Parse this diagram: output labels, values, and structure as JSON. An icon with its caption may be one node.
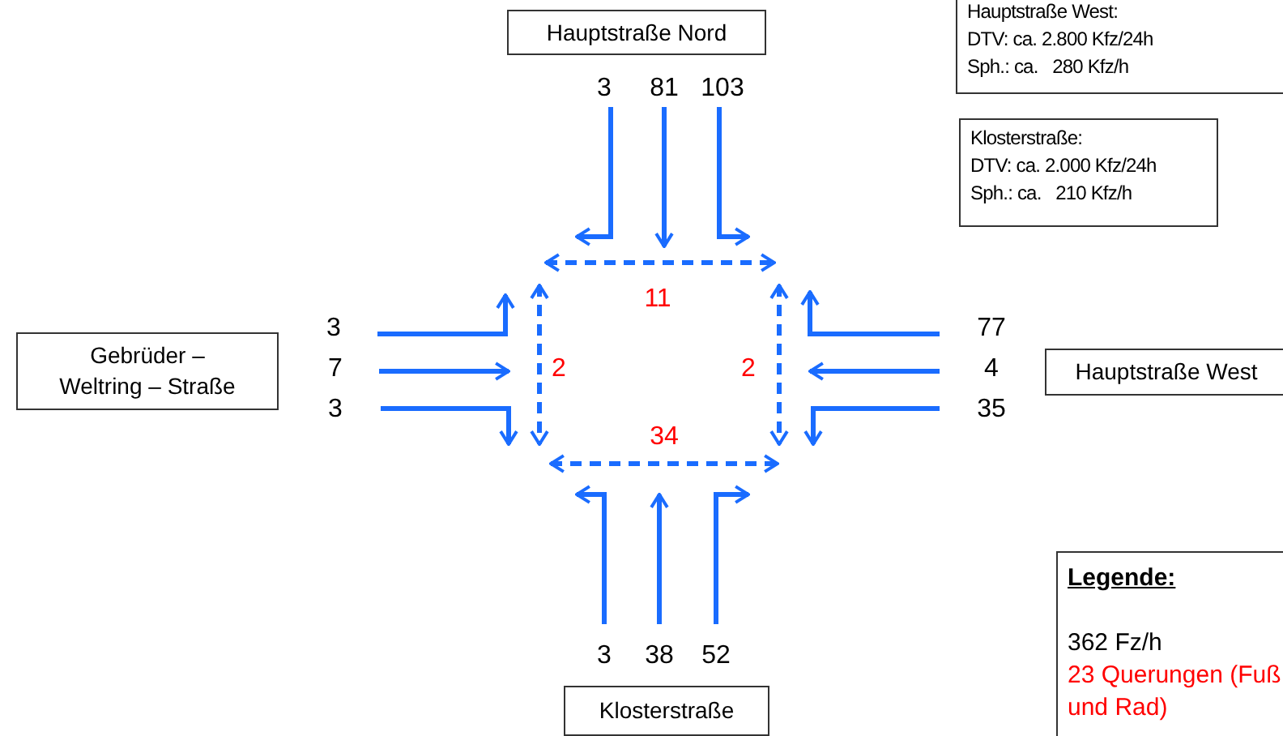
{
  "diagram": {
    "nodes": [
      {
        "text": [
          "Hauptstraße Nord"
        ]
      },
      {
        "text": [
          "Hauptstraße West:",
          "DTV: ca. 2.800 Kfz/24h",
          "Sph.: ca.   280 Kfz/h"
        ]
      },
      {
        "text": [
          "Klosterstraße:",
          "DTV: ca. 2.000 Kfz/24h",
          "Sph.: ca.   210 Kfz/h"
        ]
      },
      {
        "text": [
          "Gebrüder – Weltring – Straße"
        ]
      },
      {
        "text": [
          "Hauptstraße West"
        ]
      },
      {
        "text": [
          "Legende:"
        ]
      },
      {
        "text": [
          "Klosterstraße"
        ]
      }
    ],
    "labels": [
      "3",
      "81",
      "103",
      "11",
      "3",
      "77",
      "7",
      "2",
      "2",
      "4",
      "3",
      "35",
      "34",
      "3",
      "38",
      "52"
    ],
    "legend": [
      {
        "text": "362 Fz/h",
        "color": "#000000"
      },
      {
        "text": "23 Querungen (Fuß und Rad)",
        "color": "#ff0000"
      }
    ]
  }
}
